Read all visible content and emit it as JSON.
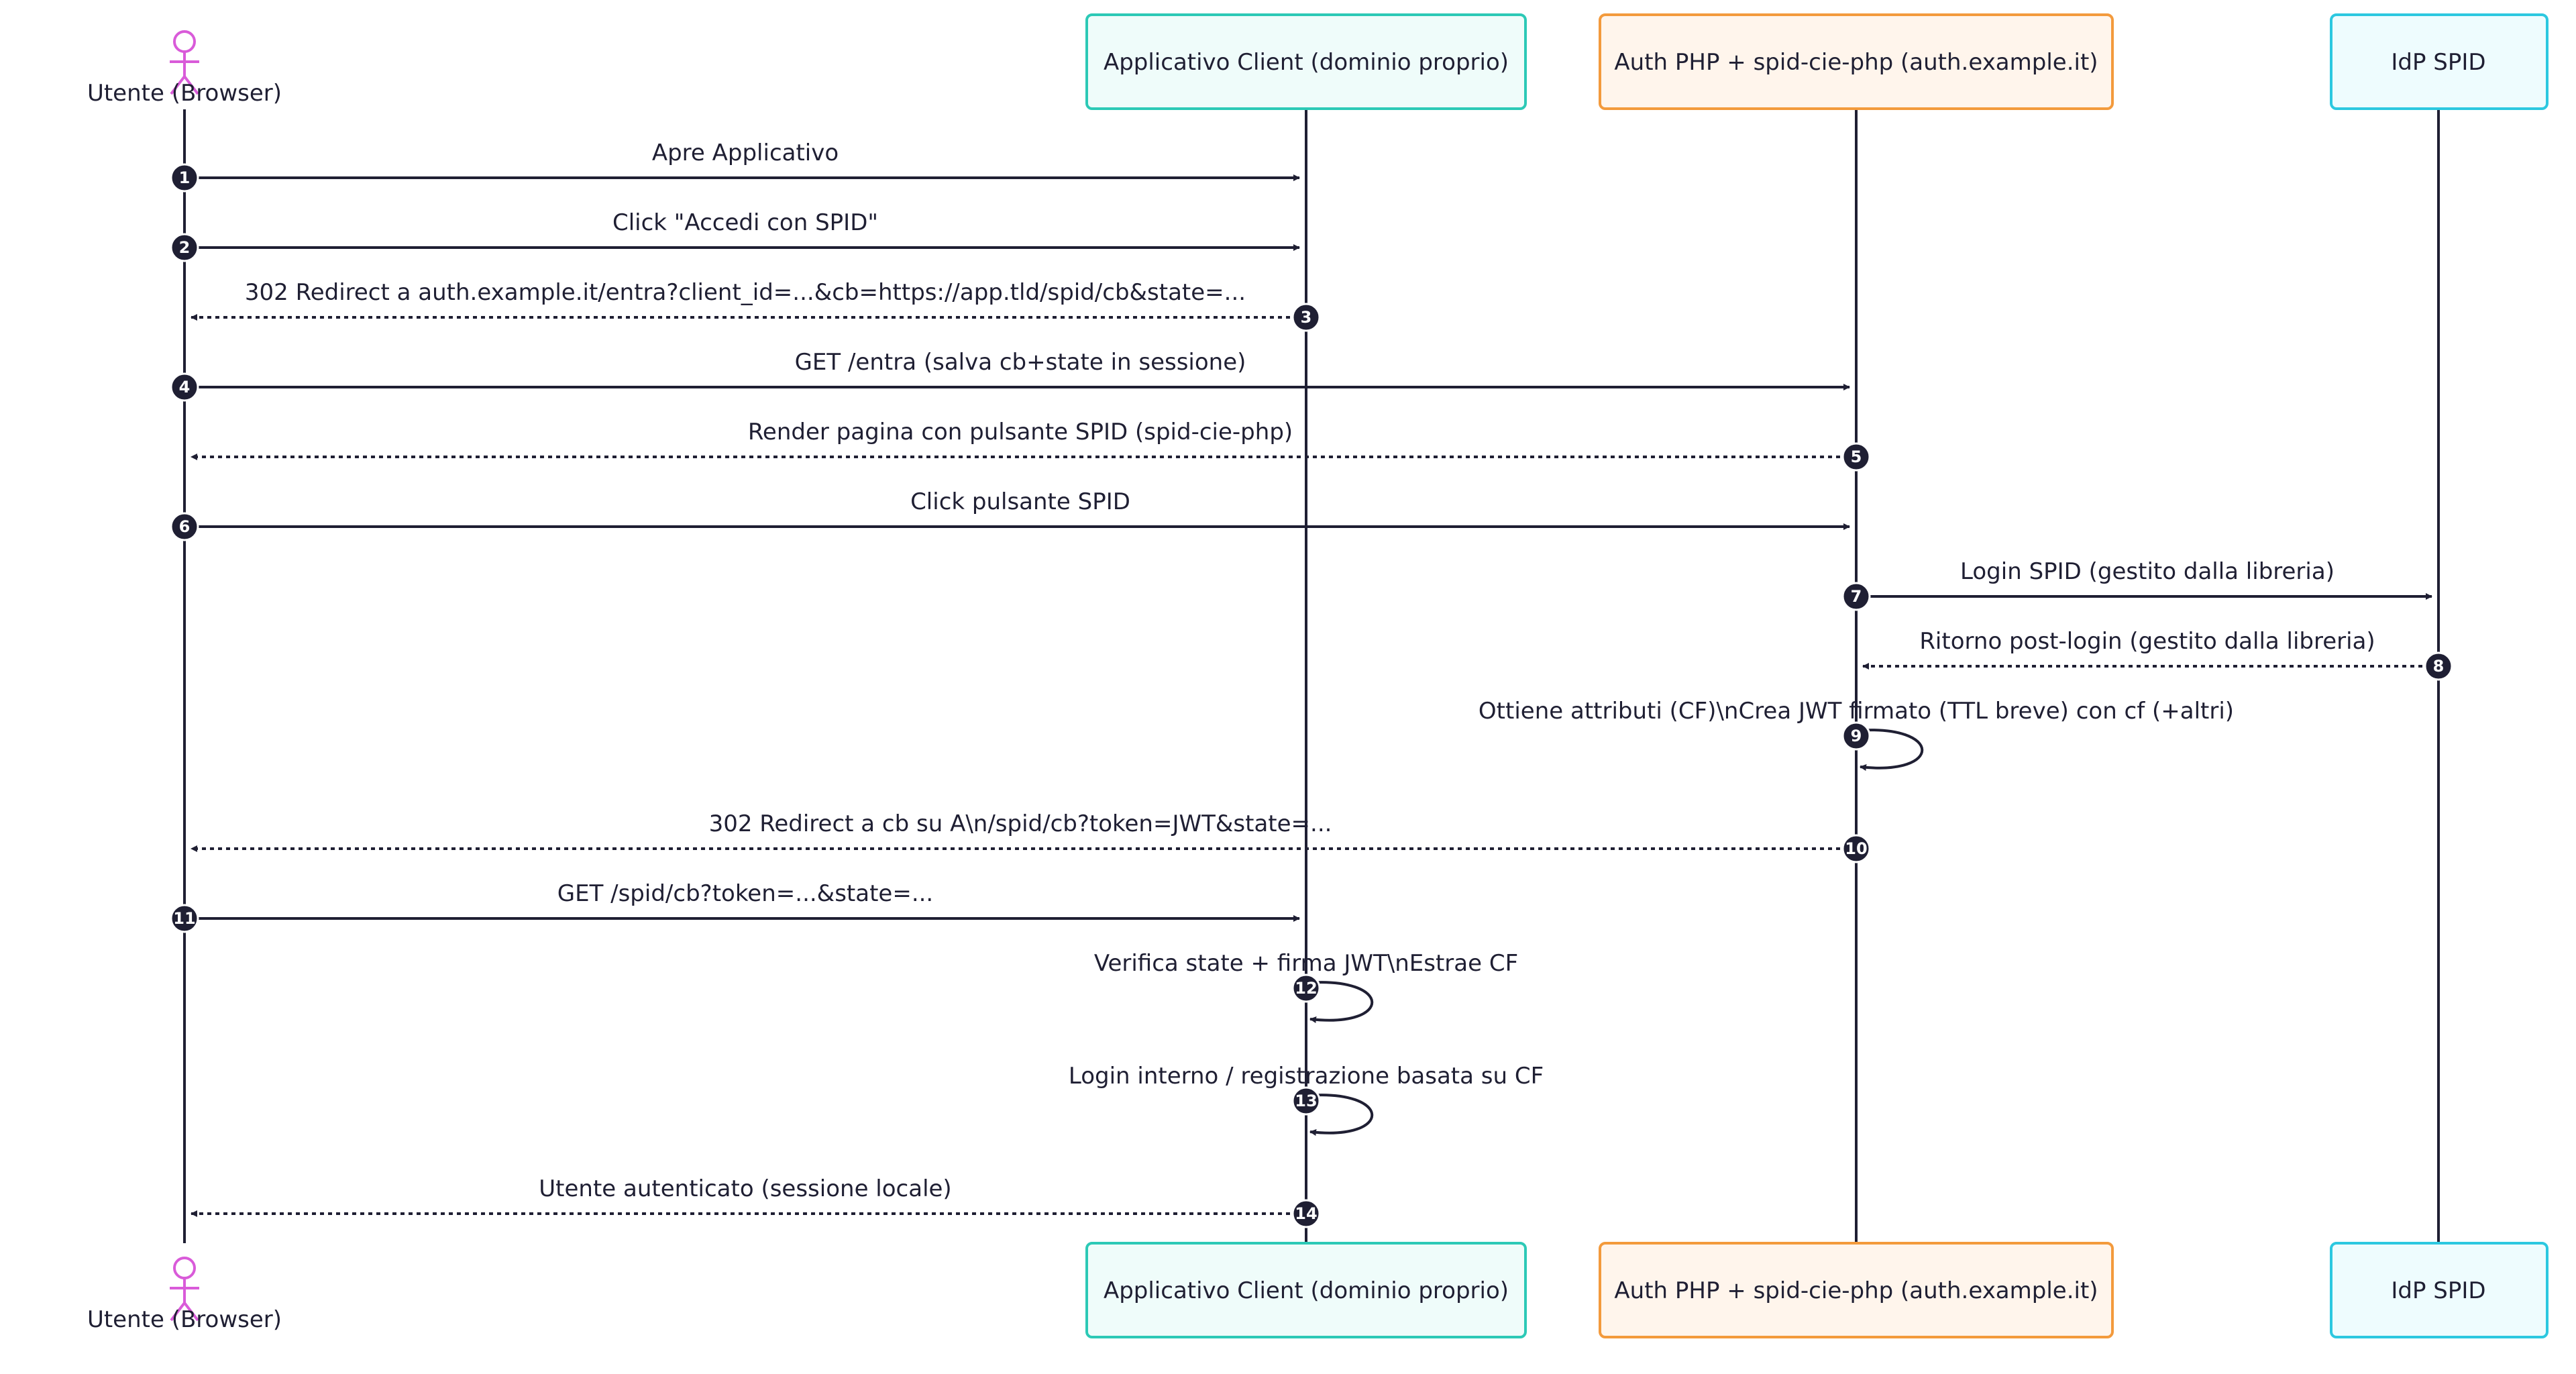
{
  "colors": {
    "line": "#1f1f33",
    "actor": "#d95bd9",
    "teal_border": "#2cc9b6",
    "teal_fill": "#effcfa",
    "orange_border": "#f39a3c",
    "orange_fill": "#fff5ec",
    "cyan_border": "#2cc8e0",
    "cyan_fill": "#eefcfe",
    "badge": "#1f1f33"
  },
  "participants": [
    {
      "id": "user",
      "label": "Utente (Browser)",
      "kind": "actor"
    },
    {
      "id": "app",
      "label": "Applicativo Client (dominio proprio)",
      "kind": "box",
      "style": "teal"
    },
    {
      "id": "auth",
      "label": "Auth PHP + spid-cie-php (auth.example.it)",
      "kind": "box",
      "style": "orange"
    },
    {
      "id": "idp",
      "label": "IdP SPID",
      "kind": "box",
      "style": "cyan"
    }
  ],
  "messages": [
    {
      "n": "1",
      "from": "user",
      "to": "app",
      "label": "Apre Applicativo",
      "dashed": false
    },
    {
      "n": "2",
      "from": "user",
      "to": "app",
      "label": "Click \"Accedi con SPID\"",
      "dashed": false
    },
    {
      "n": "3",
      "from": "app",
      "to": "user",
      "label": "302 Redirect a auth.example.it/entra?client_id=...&cb=https://app.tld/spid/cb&state=...",
      "dashed": true
    },
    {
      "n": "4",
      "from": "user",
      "to": "auth",
      "label": "GET /entra (salva cb+state in sessione)",
      "dashed": false
    },
    {
      "n": "5",
      "from": "auth",
      "to": "user",
      "label": "Render pagina con pulsante SPID (spid-cie-php)",
      "dashed": true
    },
    {
      "n": "6",
      "from": "user",
      "to": "auth",
      "label": "Click pulsante SPID",
      "dashed": false
    },
    {
      "n": "7",
      "from": "auth",
      "to": "idp",
      "label": "Login SPID (gestito dalla libreria)",
      "dashed": false
    },
    {
      "n": "8",
      "from": "idp",
      "to": "auth",
      "label": "Ritorno post-login (gestito dalla libreria)",
      "dashed": true
    },
    {
      "n": "9",
      "from": "auth",
      "to": "auth",
      "label": "Ottiene attributi (CF)\\nCrea JWT firmato (TTL breve) con cf (+altri)",
      "dashed": false
    },
    {
      "n": "10",
      "from": "auth",
      "to": "user",
      "label": "302 Redirect a cb su A\\n/spid/cb?token=JWT&state=...",
      "dashed": true
    },
    {
      "n": "11",
      "from": "user",
      "to": "app",
      "label": "GET /spid/cb?token=...&state=...",
      "dashed": false
    },
    {
      "n": "12",
      "from": "app",
      "to": "app",
      "label": "Verifica state + firma JWT\\nEstrae CF",
      "dashed": false
    },
    {
      "n": "13",
      "from": "app",
      "to": "app",
      "label": "Login interno / registrazione basata su CF",
      "dashed": false
    },
    {
      "n": "14",
      "from": "app",
      "to": "user",
      "label": "Utente autenticato (sessione locale)",
      "dashed": true
    }
  ]
}
